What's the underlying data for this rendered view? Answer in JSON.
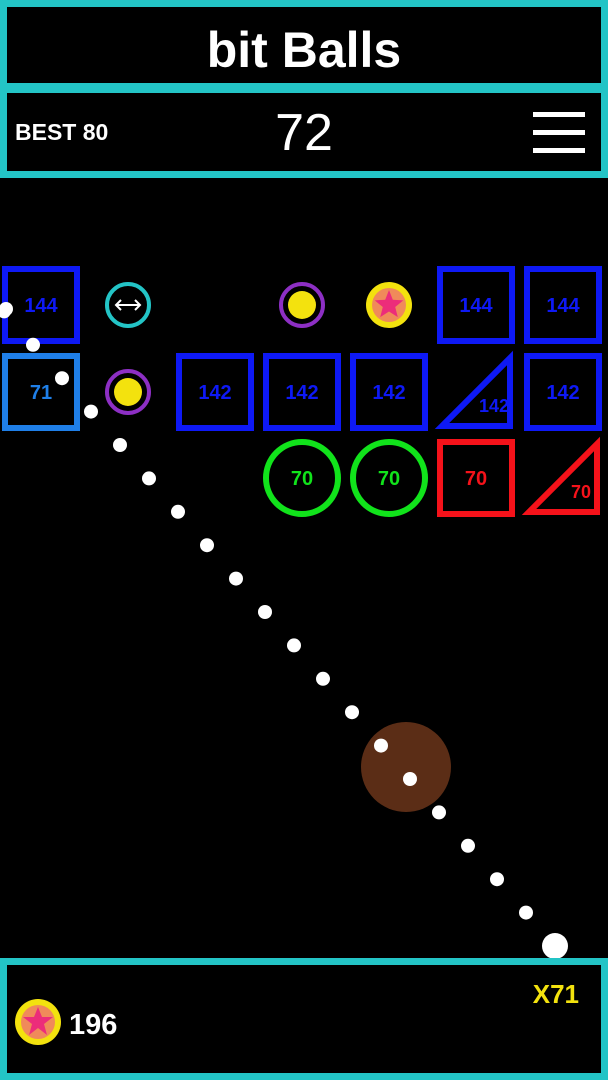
{
  "header": {
    "title": "bit Balls"
  },
  "scorebar": {
    "best_label": "BEST 80",
    "score": "72",
    "menu_icon": "hamburger-menu-icon"
  },
  "footer": {
    "coins": "196",
    "multiplier": "X71",
    "coin_icon": "star-coin-icon"
  },
  "colors": {
    "accent": "#23c4c6",
    "blue": "#0e19f5",
    "light_blue": "#1f7fe8",
    "green": "#11e31b",
    "red": "#f5121a",
    "yellow": "#f3e20e",
    "purple": "#8d2fc4",
    "aim_dot": "#ffffff",
    "launcher": "#5b2d16"
  },
  "board": {
    "rows": [
      [
        {
          "type": "square",
          "color": "blue",
          "value": "144"
        },
        {
          "type": "powerup",
          "icon": "widen-arrows-icon"
        },
        {
          "type": "empty"
        },
        {
          "type": "extra-ball"
        },
        {
          "type": "star-coin"
        },
        {
          "type": "square",
          "color": "blue",
          "value": "144"
        },
        {
          "type": "square",
          "color": "blue",
          "value": "144"
        }
      ],
      [
        {
          "type": "square",
          "color": "light_blue",
          "value": "71"
        },
        {
          "type": "extra-ball"
        },
        {
          "type": "square",
          "color": "blue",
          "value": "142"
        },
        {
          "type": "square",
          "color": "blue",
          "value": "142"
        },
        {
          "type": "square",
          "color": "blue",
          "value": "142"
        },
        {
          "type": "triangle",
          "color": "blue",
          "value": "142"
        },
        {
          "type": "square",
          "color": "blue",
          "value": "142"
        }
      ],
      [
        {
          "type": "empty"
        },
        {
          "type": "empty"
        },
        {
          "type": "empty"
        },
        {
          "type": "circle",
          "color": "green",
          "value": "70"
        },
        {
          "type": "circle",
          "color": "green",
          "value": "70"
        },
        {
          "type": "square",
          "color": "red",
          "value": "70"
        },
        {
          "type": "triangle",
          "color": "red",
          "value": "70"
        }
      ]
    ]
  }
}
